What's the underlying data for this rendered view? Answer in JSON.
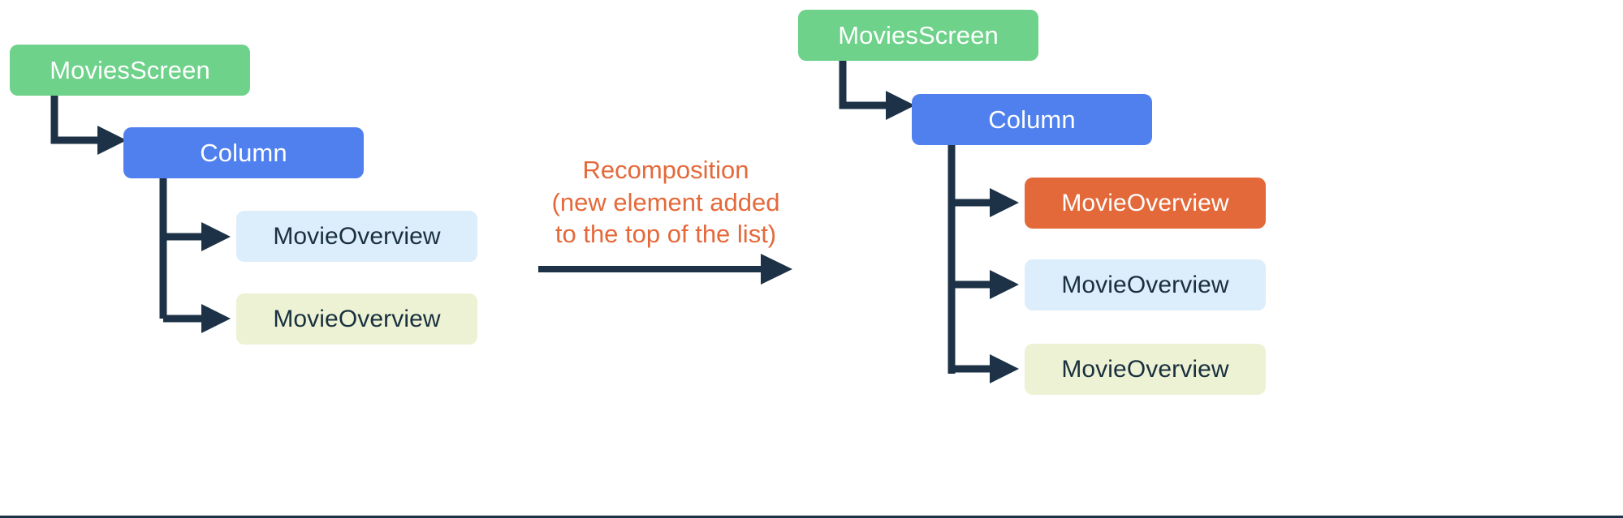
{
  "diagram": {
    "title_text": "Recomposition (new element added to the top of the list)",
    "colors": {
      "screen_green": "#6ed28a",
      "column_blue": "#4f80ee",
      "new_item_orange": "#e4693a",
      "item_light_blue": "#dcedfb",
      "item_light_green": "#edf2d4",
      "connector_navy": "#1d3246",
      "caption_orange": "#e4693a",
      "background": "#ffffff"
    },
    "before": {
      "label": "before-recomposition-tree",
      "root": {
        "text": "MoviesScreen",
        "style": "green"
      },
      "column": {
        "text": "Column",
        "style": "blue"
      },
      "children": [
        {
          "text": "MovieOverview",
          "style": "light-blue"
        },
        {
          "text": "MovieOverview",
          "style": "light-green"
        }
      ]
    },
    "caption": {
      "line1": "Recomposition",
      "line2": "(new element added",
      "line3": "to the top of the list)"
    },
    "after": {
      "label": "after-recomposition-tree",
      "root": {
        "text": "MoviesScreen",
        "style": "green"
      },
      "column": {
        "text": "Column",
        "style": "blue"
      },
      "children": [
        {
          "text": "MovieOverview",
          "style": "orange"
        },
        {
          "text": "MovieOverview",
          "style": "light-blue"
        },
        {
          "text": "MovieOverview",
          "style": "light-green"
        }
      ]
    }
  }
}
